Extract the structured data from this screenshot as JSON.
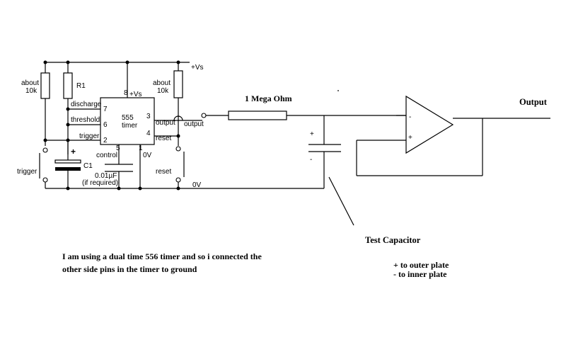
{
  "labels": {
    "vs_top": "+Vs",
    "left_res": [
      "about",
      "10k"
    ],
    "r1": "R1",
    "right_res": [
      "about",
      "10k"
    ],
    "pin8": "8",
    "ic_vs": "+Vs",
    "discharge": "discharge",
    "pin7": "7",
    "threshold": "threshold",
    "pin6": "6",
    "trigger_pin": "trigger",
    "pin2": "2",
    "ic_name": [
      "555",
      "timer"
    ],
    "pin3": "3",
    "pin4": "4",
    "ic_output": "output",
    "ic_reset": "reset",
    "pin5": "5",
    "pin1": "1",
    "control": "control",
    "ic_0v": "0V",
    "out_terminal": "output",
    "trigger_switch": "trigger",
    "reset_switch": "reset",
    "c1": "C1",
    "c1_plus": "+",
    "cap_value": [
      "0.01µF",
      "(if required)"
    ],
    "ground": "0V",
    "resistor": "1 Mega Ohm",
    "test_plus": "+",
    "test_minus": "-",
    "opamp_minus": "-",
    "opamp_plus": "+",
    "output": "Output",
    "test_capacitor": "Test Capacitor",
    "note": [
      "I am using a dual time 556 timer and so i connected the",
      "other side pins in the timer to ground"
    ],
    "plates": [
      "+ to outer plate",
      "- to inner plate"
    ]
  }
}
